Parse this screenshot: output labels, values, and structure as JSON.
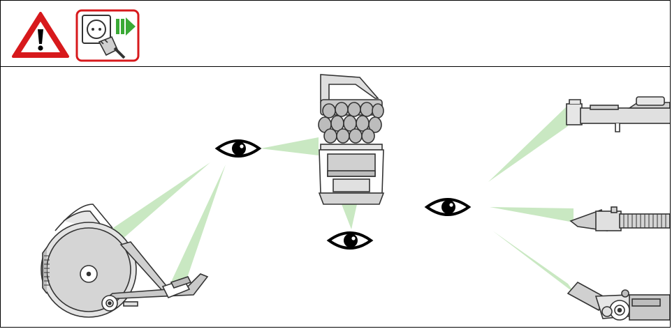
{
  "header": {
    "warning_icon": "warning-triangle-icon",
    "unplug_icon": "unplug-from-mains-icon"
  },
  "colors": {
    "warning_red": "#d7191c",
    "unplug_arrow_green": "#3aa935",
    "inspection_beam": "#c9e8c2",
    "part_gray": "#d5d5d5",
    "outline": "#333333"
  },
  "illustration": {
    "parts": [
      "vacuum-main-body",
      "cyclone-assembly",
      "wand-tube",
      "hose-with-tool",
      "floor-head"
    ],
    "eyes": [
      "eye-icon-upper-left",
      "eye-icon-lower-center",
      "eye-icon-right"
    ]
  }
}
